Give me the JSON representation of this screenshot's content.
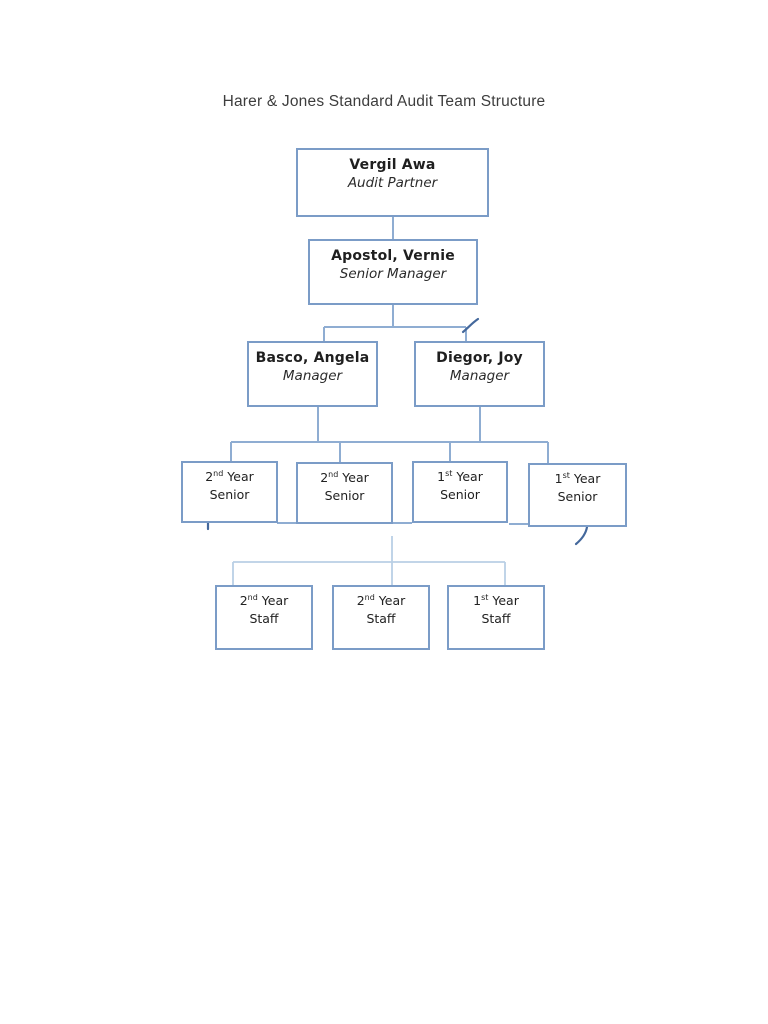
{
  "title": "Harer & Jones Standard Audit Team Structure",
  "colors": {
    "box_border": "#7b9cc7",
    "connector": "#8fadd2",
    "connector_light": "#b9cfe5",
    "pen_mark": "#44689c",
    "name_text": "#1f1f1f",
    "title_text": "#3d3d3d"
  },
  "nodes": {
    "partner": {
      "name": "Vergil Awa",
      "role": "Audit Partner"
    },
    "senior_manager": {
      "name": "Apostol, Vernie",
      "role": "Senior Manager"
    },
    "manager1": {
      "name": "Basco, Angela",
      "role": "Manager"
    },
    "manager2": {
      "name": "Diegor, Joy",
      "role": "Manager"
    },
    "senior1": {
      "num": "2",
      "ord": "nd",
      "year": " Year",
      "role": "Senior"
    },
    "senior2": {
      "num": "2",
      "ord": "nd",
      "year": " Year",
      "role": "Senior"
    },
    "senior3": {
      "num": "1",
      "ord": "st",
      "year": " Year",
      "role": "Senior"
    },
    "senior4": {
      "num": "1",
      "ord": "st",
      "year": " Year",
      "role": "Senior"
    },
    "staff1": {
      "num": "2",
      "ord": "nd",
      "year": " Year",
      "role": "Staff"
    },
    "staff2": {
      "num": "2",
      "ord": "nd",
      "year": " Year",
      "role": "Staff"
    },
    "staff3": {
      "num": "1",
      "ord": "st",
      "year": " Year",
      "role": "Staff"
    }
  }
}
